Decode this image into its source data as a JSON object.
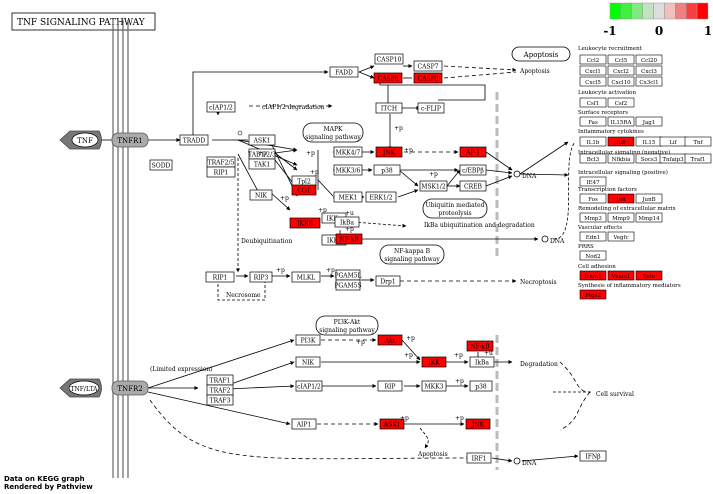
{
  "title": "TNF SIGNALING PATHWAY",
  "legend": {
    "min": "-1",
    "mid": "0",
    "max": "1",
    "colors": [
      "#00ff00",
      "#40f040",
      "#80ea80",
      "#c0e4c0",
      "#dddddd",
      "#eec0c0",
      "#f08080",
      "#f84040",
      "#ff0000"
    ]
  },
  "footer": {
    "line1": "Data on KEGG graph",
    "line2": "Rendered by Pathview"
  },
  "colors": {
    "up": "#ff0000",
    "node": "#ffffff",
    "receptor": "#aaaaaa",
    "ligand": "#777777"
  },
  "receptors": {
    "tnfr1": "TNFR1",
    "tnfr2": "TNFR2"
  },
  "ligands": {
    "tnf": "TNF",
    "tnf_lta": "TNF/LTA"
  },
  "genes": {
    "tradd": "TRADD",
    "traf2": "TRAF2/5",
    "rip1": "RIP1",
    "ciap": "cIAP1/2",
    "ask1": "ASK1",
    "tab": "TAB1/2/3",
    "tak1": "TAK1",
    "nik": "NIK",
    "tpl2": "Tpl2",
    "cot": "COT",
    "ikka": "IKKa",
    "ikky": "IKKy",
    "ikkb": "IKKB",
    "ikba": "IkBa",
    "nfkb": "NF-kB",
    "mkk47": "MKK4/7",
    "mkk36": "MKK3/6",
    "mek1": "MEK1",
    "erk12": "ERK1/2",
    "jnk": "JNK",
    "p38": "p38",
    "ap1": "AP-1",
    "cebpb": "c/EBPβ",
    "msk12": "MSK1/2",
    "creb": "CREB",
    "itch": "ITCH",
    "cflip": "c-FLIP",
    "fadd": "FADD",
    "casp10": "CASP10",
    "casp8": "CASP8",
    "casp7": "CASP7",
    "casp3": "CASP3",
    "rip1b": "RIP1",
    "rip3": "RIP3",
    "mlkl": "MLKL",
    "pgam5l": "PGAM5L",
    "pgam5s": "PGAM5S",
    "drp1": "Drp1",
    "sodd": "SODD",
    "traf1": "TRAF1",
    "traf2b": "TRAF2",
    "traf3": "TRAF3",
    "pi3k": "PI3K",
    "akt": "Akt",
    "nikb": "NIK",
    "ciapb": "cIAP1/2",
    "rip": "RIP",
    "mkk3": "MKK3",
    "p38b": "p38",
    "ikk": "IKK",
    "ikbab": "IkBa",
    "nfkbb": "NF-kB",
    "aip1": "AIP1",
    "ask1b": "ASK1",
    "jnkb": "JNK",
    "irf1": "IRF1",
    "ifnb": "IFNβ"
  },
  "right": {
    "leukocyte_recruitment": "Leukocyte recruitment",
    "leukocyte_activation": "Leukocyte activation",
    "surface_receptors": "Surface receptors",
    "inflammatory_cytokines": "Inflammatory cytokines",
    "intracellular_negative": "Intracellular signaling (negative)",
    "intracellular_positive": "Intracellular signaling (positive)",
    "transcription_factors": "Transcription factors",
    "remodeling": "Remodeling of extracellular matrix",
    "vascular_effects": "Vascular effects",
    "prrs": "PRRS",
    "cell_adhesion": "Cell adhesion",
    "synthesis": "Synthesis of inflammatory mediators",
    "g": {
      "ccl2": "Ccl2",
      "ccl5": "Ccl5",
      "ccl20": "Ccl20",
      "cxcl1": "Cxcl1",
      "cxcl2": "Cxcl2",
      "cxcl3": "Cxcl3",
      "cxcl5": "Cxcl5",
      "cxcl10": "Cxcl10",
      "cx3cl1": "Cx3cl1",
      "csf1": "Csf1",
      "csf2": "Csf2",
      "fas": "Fas",
      "il15ra": "IL15RA",
      "jag1": "Jag1",
      "il1b": "IL1b",
      "il6": "IL6",
      "il15": "IL15",
      "lif": "Lif",
      "tnf": "Tnf",
      "bcl3": "Bcl3",
      "nfkbia": "Nfkbia",
      "socs3": "Socs3",
      "tnfaip3": "Tnfaip3",
      "traf1": "Traf1",
      "ie47": "IE47",
      "fos": "Fos",
      "jun": "Jun",
      "junb": "JunB",
      "mmp3": "Mmp3",
      "mmp9": "Mmp9",
      "mmp14": "Mmp14",
      "edn1": "Edn1",
      "vegfc": "Vegfc",
      "nod2": "Nod2",
      "icam1": "Icam1",
      "vcam1": "Vcam1",
      "sele": "Sele",
      "ptgs2": "Ptgs2"
    }
  },
  "labels": {
    "mapk": "MAPK signaling pathway",
    "nfkb_path": "NF-kappa B signaling pathway",
    "ubiq": "Ubiquitin mediated proteolysis",
    "pi3k_path": "PI3K-Akt signaling pathway",
    "apoptosis_box": "Apoptosis",
    "apoptosis": "Apoptosis",
    "apoptosis2": "Apoptosis",
    "ciap_deg": "cIAP1/2 degradation",
    "ikba_ub": "IkBa ubiquitination and degradation",
    "deubiq": "Deubiquitination",
    "necrosome": "Necrosome",
    "necroptosis": "Necroptosis",
    "dna": "DNA",
    "degradation": "Degradation",
    "survival": "Cell survival",
    "limited": "(Limited expression)",
    "p": "+p",
    "u": "+u",
    "ub": "+u"
  }
}
